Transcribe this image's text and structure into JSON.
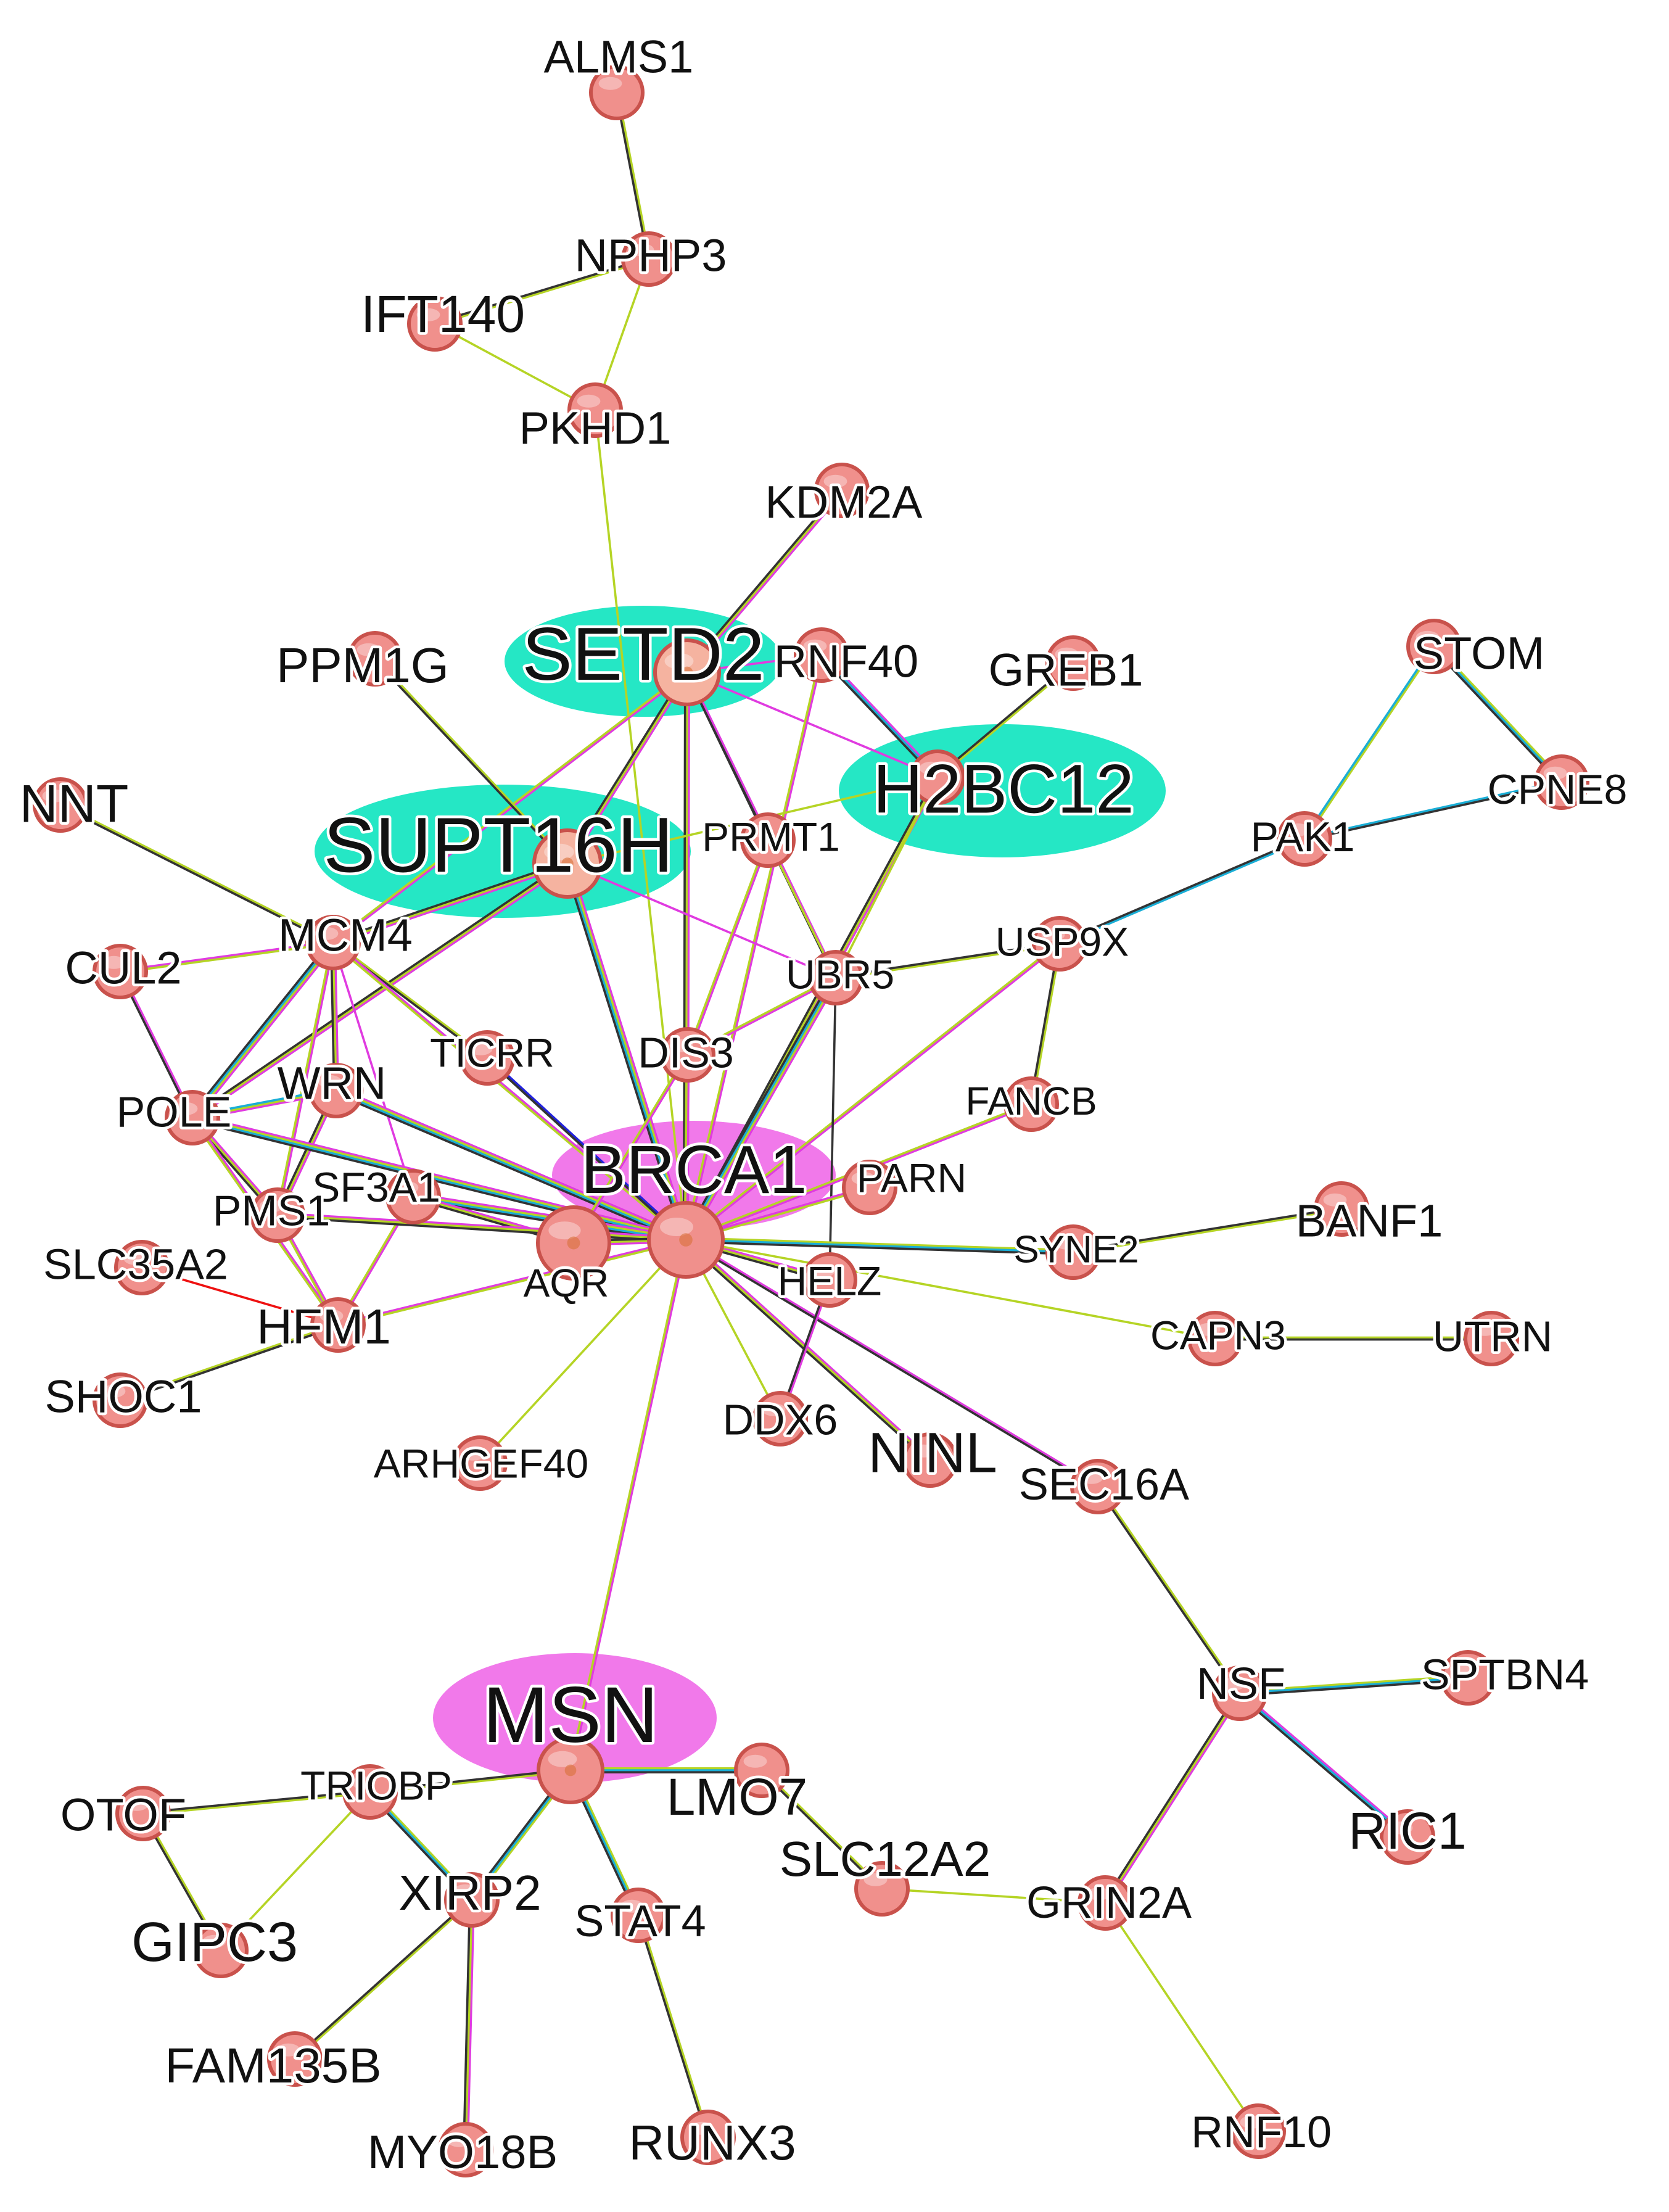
{
  "diagram": {
    "type": "protein interaction network",
    "colors": {
      "background": "#ffffff",
      "node_fill": "#f0908c",
      "node_stroke": "#c9524c",
      "hub_fill": "#f5b3a0",
      "highlight_teal": "#19e6c2",
      "highlight_magenta": "#f06ae8",
      "edge_magenta": "#e03be0",
      "edge_green": "#b5d425",
      "edge_cyan": "#1aaed6",
      "edge_dark": "#333333",
      "edge_blue": "#2222dd",
      "edge_red": "#ee1111",
      "label_text": "#111111",
      "label_halo": "#ffffff"
    },
    "highlight_groups": [
      {
        "label": "SETD2",
        "color": "teal"
      },
      {
        "label": "H2BC12",
        "color": "teal"
      },
      {
        "label": "SUPT16H",
        "color": "teal"
      },
      {
        "label": "BRCA1",
        "color": "magenta"
      },
      {
        "label": "MSN",
        "color": "magenta"
      }
    ],
    "nodes": [
      {
        "id": "ALMS1",
        "label": "ALMS1"
      },
      {
        "id": "NPHP3",
        "label": "NPHP3"
      },
      {
        "id": "IFT140",
        "label": "IFT140"
      },
      {
        "id": "PKHD1",
        "label": "PKHD1"
      },
      {
        "id": "KDM2A",
        "label": "KDM2A"
      },
      {
        "id": "SETD2",
        "label": "SETD2"
      },
      {
        "id": "RNF40",
        "label": "RNF40"
      },
      {
        "id": "GREB1",
        "label": "GREB1"
      },
      {
        "id": "STOM",
        "label": "STOM"
      },
      {
        "id": "PPM1G",
        "label": "PPM1G"
      },
      {
        "id": "H2BC12",
        "label": "H2BC12"
      },
      {
        "id": "CPNE8",
        "label": "CPNE8"
      },
      {
        "id": "NNT",
        "label": "NNT"
      },
      {
        "id": "SUPT16H",
        "label": "SUPT16H"
      },
      {
        "id": "PRMT1",
        "label": "PRMT1"
      },
      {
        "id": "PAK1",
        "label": "PAK1"
      },
      {
        "id": "MCM4",
        "label": "MCM4"
      },
      {
        "id": "CUL2",
        "label": "CUL2"
      },
      {
        "id": "USP9X",
        "label": "USP9X"
      },
      {
        "id": "UBR5",
        "label": "UBR5"
      },
      {
        "id": "TICRR",
        "label": "TICRR"
      },
      {
        "id": "WRN",
        "label": "WRN"
      },
      {
        "id": "DIS3",
        "label": "DIS3"
      },
      {
        "id": "POLE",
        "label": "POLE"
      },
      {
        "id": "FANCB",
        "label": "FANCB"
      },
      {
        "id": "BRCA1",
        "label": "BRCA1"
      },
      {
        "id": "SF3A1",
        "label": "SF3A1"
      },
      {
        "id": "PARN",
        "label": "PARN"
      },
      {
        "id": "PMS1",
        "label": "PMS1"
      },
      {
        "id": "BANF1",
        "label": "BANF1"
      },
      {
        "id": "SLC35A2",
        "label": "SLC35A2"
      },
      {
        "id": "AQR",
        "label": "AQR"
      },
      {
        "id": "SYNE2",
        "label": "SYNE2"
      },
      {
        "id": "HELZ",
        "label": "HELZ"
      },
      {
        "id": "HFM1",
        "label": "HFM1"
      },
      {
        "id": "CAPN3",
        "label": "CAPN3"
      },
      {
        "id": "UTRN",
        "label": "UTRN"
      },
      {
        "id": "SHOC1",
        "label": "SHOC1"
      },
      {
        "id": "DDX6",
        "label": "DDX6"
      },
      {
        "id": "NINL",
        "label": "NINL"
      },
      {
        "id": "ARHGEF40",
        "label": "ARHGEF40"
      },
      {
        "id": "SEC16A",
        "label": "SEC16A"
      },
      {
        "id": "NSF",
        "label": "NSF"
      },
      {
        "id": "SPTBN4",
        "label": "SPTBN4"
      },
      {
        "id": "MSN",
        "label": "MSN"
      },
      {
        "id": "RIC1",
        "label": "RIC1"
      },
      {
        "id": "TRIOBP",
        "label": "TRIOBP"
      },
      {
        "id": "LMO7",
        "label": "LMO7"
      },
      {
        "id": "OTOF",
        "label": "OTOF"
      },
      {
        "id": "SLC12A2",
        "label": "SLC12A2"
      },
      {
        "id": "XIRP2",
        "label": "XIRP2"
      },
      {
        "id": "GRIN2A",
        "label": "GRIN2A"
      },
      {
        "id": "STAT4",
        "label": "STAT4"
      },
      {
        "id": "GIPC3",
        "label": "GIPC3"
      },
      {
        "id": "FAM135B",
        "label": "FAM135B"
      },
      {
        "id": "RNF10",
        "label": "RNF10"
      },
      {
        "id": "MYO18B",
        "label": "MYO18B"
      },
      {
        "id": "RUNX3",
        "label": "RUNX3"
      }
    ],
    "edges": [
      {
        "source": "ALMS1",
        "target": "NPHP3",
        "colors": [
          "green",
          "dark"
        ]
      },
      {
        "source": "NPHP3",
        "target": "IFT140",
        "colors": [
          "green",
          "dark"
        ]
      },
      {
        "source": "NPHP3",
        "target": "PKHD1",
        "colors": [
          "green"
        ]
      },
      {
        "source": "IFT140",
        "target": "PKHD1",
        "colors": [
          "green"
        ]
      },
      {
        "source": "PKHD1",
        "target": "BRCA1",
        "colors": [
          "green"
        ]
      },
      {
        "source": "KDM2A",
        "target": "SETD2",
        "colors": [
          "magenta",
          "green",
          "dark"
        ]
      },
      {
        "source": "SETD2",
        "target": "SUPT16H",
        "colors": [
          "magenta",
          "green",
          "dark"
        ]
      },
      {
        "source": "SETD2",
        "target": "H2BC12",
        "colors": [
          "magenta"
        ]
      },
      {
        "source": "SETD2",
        "target": "PRMT1",
        "colors": [
          "green",
          "dark"
        ]
      },
      {
        "source": "SETD2",
        "target": "BRCA1",
        "colors": [
          "magenta",
          "green",
          "dark"
        ]
      },
      {
        "source": "SETD2",
        "target": "UBR5",
        "colors": [
          "magenta",
          "dark"
        ]
      },
      {
        "source": "SETD2",
        "target": "RNF40",
        "colors": [
          "magenta"
        ]
      },
      {
        "source": "SETD2",
        "target": "MCM4",
        "colors": [
          "magenta",
          "green"
        ]
      },
      {
        "source": "RNF40",
        "target": "H2BC12",
        "colors": [
          "magenta",
          "cyan",
          "dark"
        ]
      },
      {
        "source": "RNF40",
        "target": "BRCA1",
        "colors": [
          "magenta",
          "green"
        ]
      },
      {
        "source": "GREB1",
        "target": "H2BC12",
        "colors": [
          "green",
          "dark"
        ]
      },
      {
        "source": "H2BC12",
        "target": "BRCA1",
        "colors": [
          "magenta",
          "green",
          "dark"
        ]
      },
      {
        "source": "H2BC12",
        "target": "SUPT16H",
        "colors": [
          "green"
        ]
      },
      {
        "source": "H2BC12",
        "target": "UBR5",
        "colors": [
          "green"
        ]
      },
      {
        "source": "PPM1G",
        "target": "SUPT16H",
        "colors": [
          "green",
          "dark"
        ]
      },
      {
        "source": "SUPT16H",
        "target": "BRCA1",
        "colors": [
          "magenta",
          "green",
          "cyan",
          "dark"
        ]
      },
      {
        "source": "SUPT16H",
        "target": "MCM4",
        "colors": [
          "magenta",
          "green",
          "dark"
        ]
      },
      {
        "source": "SUPT16H",
        "target": "POLE",
        "colors": [
          "magenta",
          "green",
          "dark"
        ]
      },
      {
        "source": "SUPT16H",
        "target": "UBR5",
        "colors": [
          "magenta"
        ]
      },
      {
        "source": "PRMT1",
        "target": "DIS3",
        "colors": [
          "magenta",
          "green"
        ]
      },
      {
        "source": "PRMT1",
        "target": "UBR5",
        "colors": [
          "green"
        ]
      },
      {
        "source": "STOM",
        "target": "CPNE8",
        "colors": [
          "green",
          "cyan",
          "dark"
        ]
      },
      {
        "source": "STOM",
        "target": "PAK1",
        "colors": [
          "green",
          "cyan"
        ]
      },
      {
        "source": "PAK1",
        "target": "CPNE8",
        "colors": [
          "cyan",
          "dark"
        ]
      },
      {
        "source": "PAK1",
        "target": "USP9X",
        "colors": [
          "cyan",
          "dark"
        ]
      },
      {
        "source": "NNT",
        "target": "MCM4",
        "colors": [
          "green",
          "dark"
        ]
      },
      {
        "source": "CUL2",
        "target": "MCM4",
        "colors": [
          "magenta",
          "green"
        ]
      },
      {
        "source": "CUL2",
        "target": "POLE",
        "colors": [
          "magenta",
          "dark"
        ]
      },
      {
        "source": "MCM4",
        "target": "POLE",
        "colors": [
          "magenta",
          "green",
          "cyan",
          "dark"
        ]
      },
      {
        "source": "MCM4",
        "target": "WRN",
        "colors": [
          "magenta",
          "green",
          "dark"
        ]
      },
      {
        "source": "MCM4",
        "target": "TICRR",
        "colors": [
          "green",
          "dark"
        ]
      },
      {
        "source": "MCM4",
        "target": "PMS1",
        "colors": [
          "magenta",
          "green"
        ]
      },
      {
        "source": "MCM4",
        "target": "SF3A1",
        "colors": [
          "magenta"
        ]
      },
      {
        "source": "MCM4",
        "target": "BRCA1",
        "colors": [
          "magenta",
          "green"
        ]
      },
      {
        "source": "USP9X",
        "target": "UBR5",
        "colors": [
          "green",
          "dark"
        ]
      },
      {
        "source": "USP9X",
        "target": "FANCB",
        "colors": [
          "green",
          "dark"
        ]
      },
      {
        "source": "USP9X",
        "target": "BRCA1",
        "colors": [
          "magenta",
          "green"
        ]
      },
      {
        "source": "UBR5",
        "target": "BRCA1",
        "colors": [
          "magenta",
          "green",
          "cyan",
          "dark"
        ]
      },
      {
        "source": "UBR5",
        "target": "DIS3",
        "colors": [
          "magenta",
          "green"
        ]
      },
      {
        "source": "UBR5",
        "target": "HELZ",
        "colors": [
          "dark"
        ]
      },
      {
        "source": "TICRR",
        "target": "BRCA1",
        "colors": [
          "blue",
          "dark"
        ]
      },
      {
        "source": "WRN",
        "target": "BRCA1",
        "colors": [
          "magenta",
          "green",
          "cyan",
          "dark"
        ]
      },
      {
        "source": "WRN",
        "target": "POLE",
        "colors": [
          "magenta",
          "green",
          "cyan"
        ]
      },
      {
        "source": "WRN",
        "target": "PMS1",
        "colors": [
          "magenta",
          "green",
          "dark"
        ]
      },
      {
        "source": "DIS3",
        "target": "BRCA1",
        "colors": [
          "magenta",
          "green"
        ]
      },
      {
        "source": "DIS3",
        "target": "AQR",
        "colors": [
          "magenta",
          "green"
        ]
      },
      {
        "source": "POLE",
        "target": "BRCA1",
        "colors": [
          "magenta",
          "green",
          "cyan",
          "dark"
        ]
      },
      {
        "source": "POLE",
        "target": "PMS1",
        "colors": [
          "magenta",
          "green",
          "dark"
        ]
      },
      {
        "source": "POLE",
        "target": "HFM1",
        "colors": [
          "magenta",
          "green"
        ]
      },
      {
        "source": "FANCB",
        "target": "BRCA1",
        "colors": [
          "magenta",
          "green"
        ]
      },
      {
        "source": "SF3A1",
        "target": "BRCA1",
        "colors": [
          "magenta",
          "green",
          "cyan",
          "dark"
        ]
      },
      {
        "source": "SF3A1",
        "target": "AQR",
        "colors": [
          "magenta",
          "green",
          "dark"
        ]
      },
      {
        "source": "SF3A1",
        "target": "HFM1",
        "colors": [
          "magenta",
          "green"
        ]
      },
      {
        "source": "PMS1",
        "target": "BRCA1",
        "colors": [
          "magenta",
          "green",
          "dark"
        ]
      },
      {
        "source": "PMS1",
        "target": "HFM1",
        "colors": [
          "magenta",
          "green"
        ]
      },
      {
        "source": "SLC35A2",
        "target": "HFM1",
        "colors": [
          "red"
        ]
      },
      {
        "source": "HFM1",
        "target": "BRCA1",
        "colors": [
          "magenta",
          "green"
        ]
      },
      {
        "source": "SHOC1",
        "target": "HFM1",
        "colors": [
          "green",
          "dark"
        ]
      },
      {
        "source": "BRCA1",
        "target": "PARN",
        "colors": [
          "magenta",
          "green"
        ]
      },
      {
        "source": "BRCA1",
        "target": "AQR",
        "colors": [
          "magenta",
          "green",
          "dark"
        ]
      },
      {
        "source": "BRCA1",
        "target": "SYNE2",
        "colors": [
          "green",
          "cyan",
          "dark"
        ]
      },
      {
        "source": "BRCA1",
        "target": "HELZ",
        "colors": [
          "magenta",
          "green",
          "dark"
        ]
      },
      {
        "source": "BRCA1",
        "target": "CAPN3",
        "colors": [
          "green"
        ]
      },
      {
        "source": "BRCA1",
        "target": "DDX6",
        "colors": [
          "green"
        ]
      },
      {
        "source": "BRCA1",
        "target": "NINL",
        "colors": [
          "magenta",
          "green",
          "dark"
        ]
      },
      {
        "source": "BRCA1",
        "target": "SEC16A",
        "colors": [
          "magenta",
          "dark"
        ]
      },
      {
        "source": "BRCA1",
        "target": "ARHGEF40",
        "colors": [
          "green"
        ]
      },
      {
        "source": "BRCA1",
        "target": "MSN",
        "colors": [
          "magenta",
          "green"
        ]
      },
      {
        "source": "HELZ",
        "target": "DDX6",
        "colors": [
          "magenta",
          "dark"
        ]
      },
      {
        "source": "BANF1",
        "target": "SYNE2",
        "colors": [
          "green",
          "dark"
        ]
      },
      {
        "source": "CAPN3",
        "target": "UTRN",
        "colors": [
          "green",
          "dark"
        ]
      },
      {
        "source": "SEC16A",
        "target": "NSF",
        "colors": [
          "green",
          "dark"
        ]
      },
      {
        "source": "NSF",
        "target": "SPTBN4",
        "colors": [
          "green",
          "cyan",
          "dark"
        ]
      },
      {
        "source": "NSF",
        "target": "RIC1",
        "colors": [
          "magenta",
          "cyan",
          "dark"
        ]
      },
      {
        "source": "NSF",
        "target": "GRIN2A",
        "colors": [
          "magenta",
          "green",
          "dark"
        ]
      },
      {
        "source": "SLC12A2",
        "target": "GRIN2A",
        "colors": [
          "green"
        ]
      },
      {
        "source": "GRIN2A",
        "target": "RNF10",
        "colors": [
          "green"
        ]
      },
      {
        "source": "MSN",
        "target": "TRIOBP",
        "colors": [
          "green",
          "dark"
        ]
      },
      {
        "source": "MSN",
        "target": "LMO7",
        "colors": [
          "green",
          "cyan",
          "dark"
        ]
      },
      {
        "source": "MSN",
        "target": "XIRP2",
        "colors": [
          "green",
          "cyan",
          "dark"
        ]
      },
      {
        "source": "MSN",
        "target": "STAT4",
        "colors": [
          "green",
          "cyan",
          "dark"
        ]
      },
      {
        "source": "LMO7",
        "target": "SLC12A2",
        "colors": [
          "green",
          "dark"
        ]
      },
      {
        "source": "TRIOBP",
        "target": "OTOF",
        "colors": [
          "green",
          "dark"
        ]
      },
      {
        "source": "TRIOBP",
        "target": "GIPC3",
        "colors": [
          "green"
        ]
      },
      {
        "source": "TRIOBP",
        "target": "XIRP2",
        "colors": [
          "green",
          "cyan",
          "dark"
        ]
      },
      {
        "source": "OTOF",
        "target": "GIPC3",
        "colors": [
          "green",
          "dark"
        ]
      },
      {
        "source": "XIRP2",
        "target": "FAM135B",
        "colors": [
          "green",
          "dark"
        ]
      },
      {
        "source": "XIRP2",
        "target": "MYO18B",
        "colors": [
          "magenta",
          "green",
          "dark"
        ]
      },
      {
        "source": "STAT4",
        "target": "RUNX3",
        "colors": [
          "green",
          "dark"
        ]
      }
    ]
  }
}
